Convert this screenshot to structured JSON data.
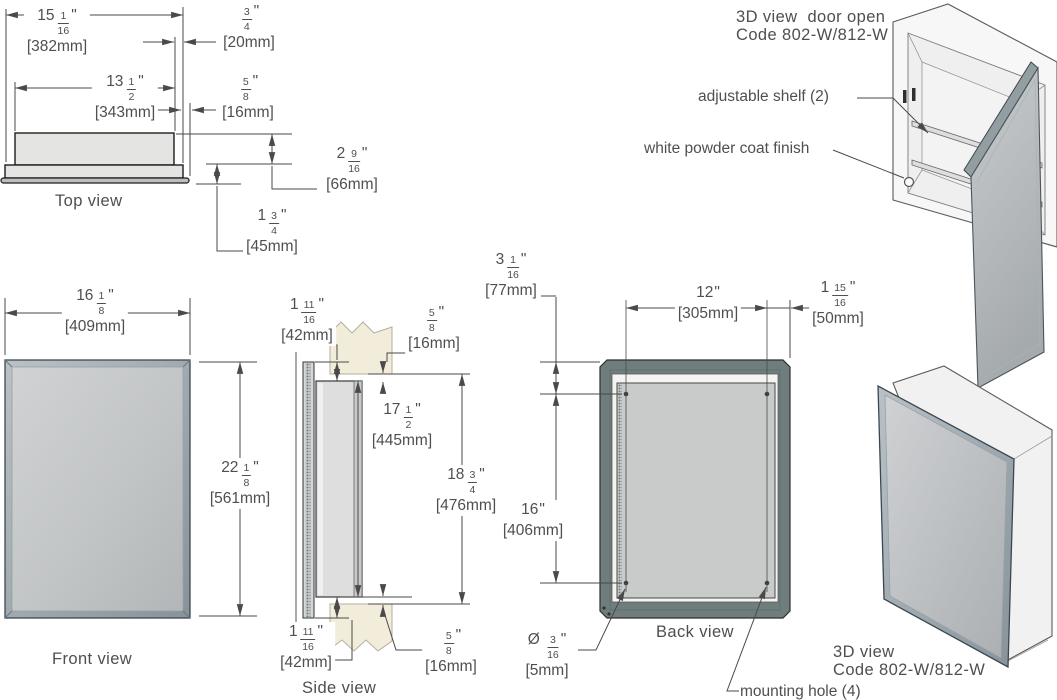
{
  "views": {
    "top": {
      "label": "Top view"
    },
    "front": {
      "label": "Front view"
    },
    "side": {
      "label": "Side view"
    },
    "back": {
      "label": "Back view"
    },
    "open3d": {
      "line1": "3D view  door open",
      "line2": "Code 802-W/812-W"
    },
    "closed3d": {
      "line1": "3D view",
      "line2": "Code 802-W/812-W"
    }
  },
  "callouts": {
    "adjustable_shelf": "adjustable shelf (2)",
    "powder_coat": "white powder coat finish",
    "mounting_hole": "mounting hole (4)"
  },
  "units": {
    "inch_mark": "\"",
    "dia_mark": "Ø "
  },
  "dims": {
    "top_overall_width": {
      "whole": "15",
      "num": "1",
      "den": "16",
      "mm": "[382mm]"
    },
    "top_box_width": {
      "whole": "13",
      "num": "1",
      "den": "2",
      "mm": "[343mm]"
    },
    "top_flange_offset": {
      "whole": "",
      "num": "3",
      "den": "4",
      "mm": "[20mm]"
    },
    "top_mirror_offset": {
      "whole": "",
      "num": "5",
      "den": "8",
      "mm": "[16mm]"
    },
    "top_recess_depth": {
      "whole": "2",
      "num": "9",
      "den": "16",
      "mm": "[66mm]"
    },
    "top_projection": {
      "whole": "1",
      "num": "3",
      "den": "4",
      "mm": "[45mm]"
    },
    "front_width": {
      "whole": "16",
      "num": "1",
      "den": "8",
      "mm": "[409mm]"
    },
    "front_height": {
      "whole": "22",
      "num": "1",
      "den": "8",
      "mm": "[561mm]"
    },
    "side_top_overlap": {
      "whole": "1",
      "num": "11",
      "den": "16",
      "mm": "[42mm]"
    },
    "side_top_clearance": {
      "whole": "",
      "num": "5",
      "den": "8",
      "mm": "[16mm]"
    },
    "side_opening_height": {
      "whole": "17",
      "num": "1",
      "den": "2",
      "mm": "[445mm]"
    },
    "side_cutout_height": {
      "whole": "18",
      "num": "3",
      "den": "4",
      "mm": "[476mm]"
    },
    "side_bottom_overlap": {
      "whole": "1",
      "num": "11",
      "den": "16",
      "mm": "[42mm]"
    },
    "side_bottom_clearance": {
      "whole": "",
      "num": "5",
      "den": "8",
      "mm": "[16mm]"
    },
    "back_hole_top_offset": {
      "whole": "3",
      "num": "1",
      "den": "16",
      "mm": "[77mm]"
    },
    "back_hole_spacing_w": {
      "whole": "12",
      "mm": "[305mm]"
    },
    "back_hole_side_offset": {
      "whole": "1",
      "num": "15",
      "den": "16",
      "mm": "[50mm]"
    },
    "back_hole_spacing_h": {
      "whole": "16",
      "mm": "[406mm]"
    },
    "back_hole_diameter": {
      "whole": "",
      "num": "3",
      "den": "16",
      "mm": "[5mm]"
    }
  },
  "colors": {
    "line": "#4a4a4a",
    "wall_beige": "#f2ecda",
    "back_frame": "#6f7d7c",
    "mirror_face": "#c6c9ca",
    "drawing_fill": "#e4e4e3"
  }
}
